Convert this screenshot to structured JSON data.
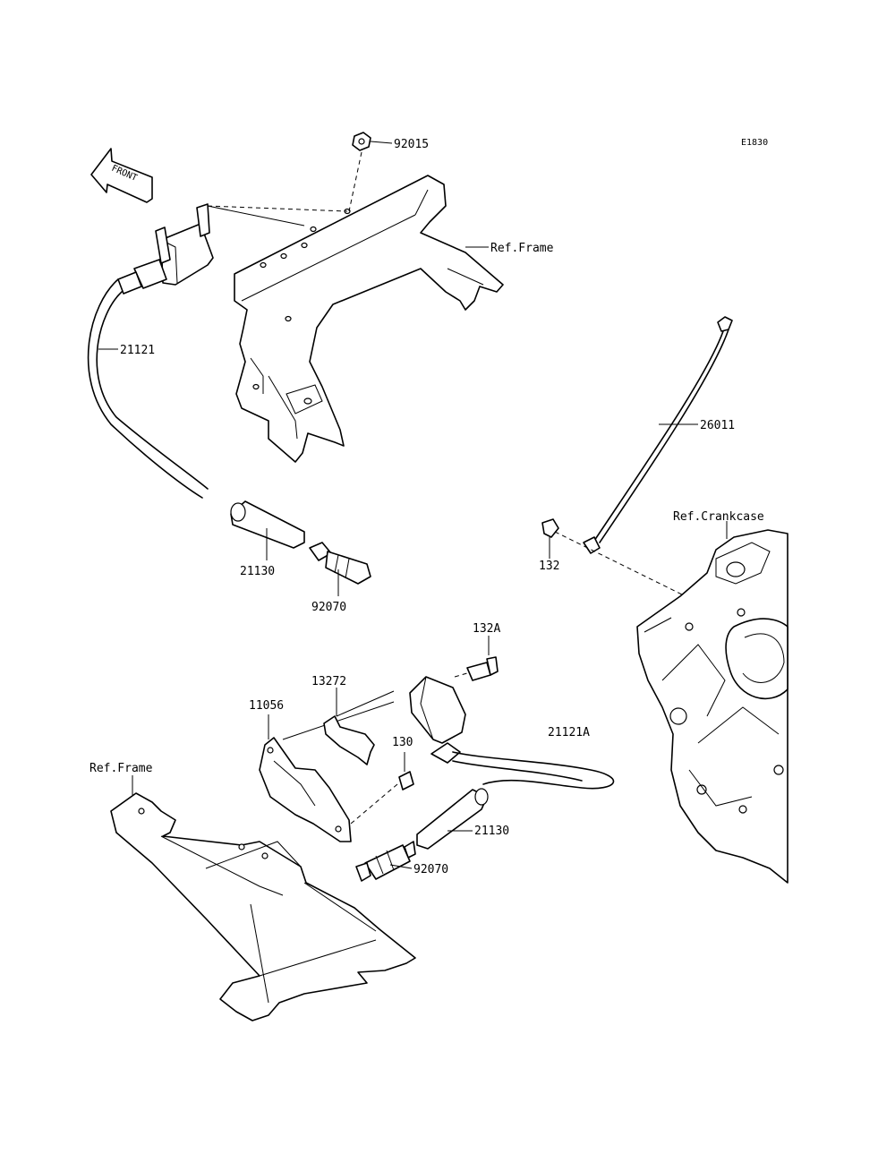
{
  "diagram_id": "E1830",
  "front_label": "FRONT",
  "labels": {
    "nut_top": "92015",
    "ref_frame_top": "Ref.Frame",
    "cable_upper": "21121",
    "cap_upper": "21130",
    "plug_upper": "92070",
    "ground_lead": "26011",
    "bolt_132": "132",
    "ref_crankcase": "Ref.Crankcase",
    "bolt_132a": "132A",
    "bracket_13272": "13272",
    "bracket_11056": "11056",
    "bolt_130": "130",
    "coil_lower": "21121A",
    "ref_frame_bottom": "Ref.Frame",
    "cap_lower": "21130",
    "plug_lower": "92070"
  }
}
